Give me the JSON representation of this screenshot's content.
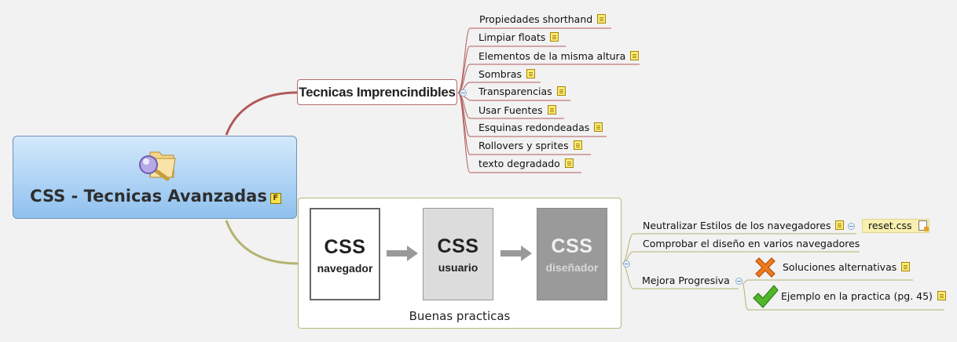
{
  "central_topic": {
    "title": "CSS - Tecnicas Avanzadas",
    "icons": [
      "magnifier-folder-icon",
      "flag-f-icon"
    ]
  },
  "branches": [
    {
      "title": "Tecnicas Imprencindibles",
      "children": [
        {
          "label": "Propiedades shorthand",
          "icon": "note-icon"
        },
        {
          "label": "Limpiar floats",
          "icon": "note-icon"
        },
        {
          "label": "Elementos de la misma altura",
          "icon": "note-icon"
        },
        {
          "label": "Sombras",
          "icon": "note-icon"
        },
        {
          "label": "Transparencias",
          "icon": "note-icon"
        },
        {
          "label": "Usar Fuentes",
          "icon": "note-icon"
        },
        {
          "label": "Esquinas redondeadas",
          "icon": "note-icon"
        },
        {
          "label": "Rollovers y sprites",
          "icon": "note-icon"
        },
        {
          "label": "texto degradado",
          "icon": "note-icon"
        }
      ]
    },
    {
      "title": "Buenas practicas",
      "image": {
        "steps": [
          {
            "big": "CSS",
            "small": "navegador",
            "bg": "#ffffff",
            "fg": "#222222"
          },
          {
            "big": "CSS",
            "small": "usuario",
            "bg": "#dcdcdc",
            "fg": "#222222"
          },
          {
            "big": "CSS",
            "small": "diseñador",
            "bg": "#9a9a9a",
            "fg": "#f2f2f2"
          }
        ]
      },
      "children": [
        {
          "label": "Neutralizar Estilos de los navegadores",
          "icon": "note-icon",
          "link": "reset.css"
        },
        {
          "label": "Comprobar el diseño en varios navegadores"
        },
        {
          "label": "Mejora Progresiva",
          "children": [
            {
              "label": "Soluciones alternativas",
              "icon": "note-icon",
              "marker": "cross-icon"
            },
            {
              "label": "Ejemplo en la practica (pg. 45)",
              "icon": "note-icon",
              "marker": "check-icon"
            }
          ]
        }
      ]
    }
  ],
  "colors": {
    "branch1": "#b25a5a",
    "branch2": "#b3b370",
    "central_fill": "#aed3f4"
  }
}
